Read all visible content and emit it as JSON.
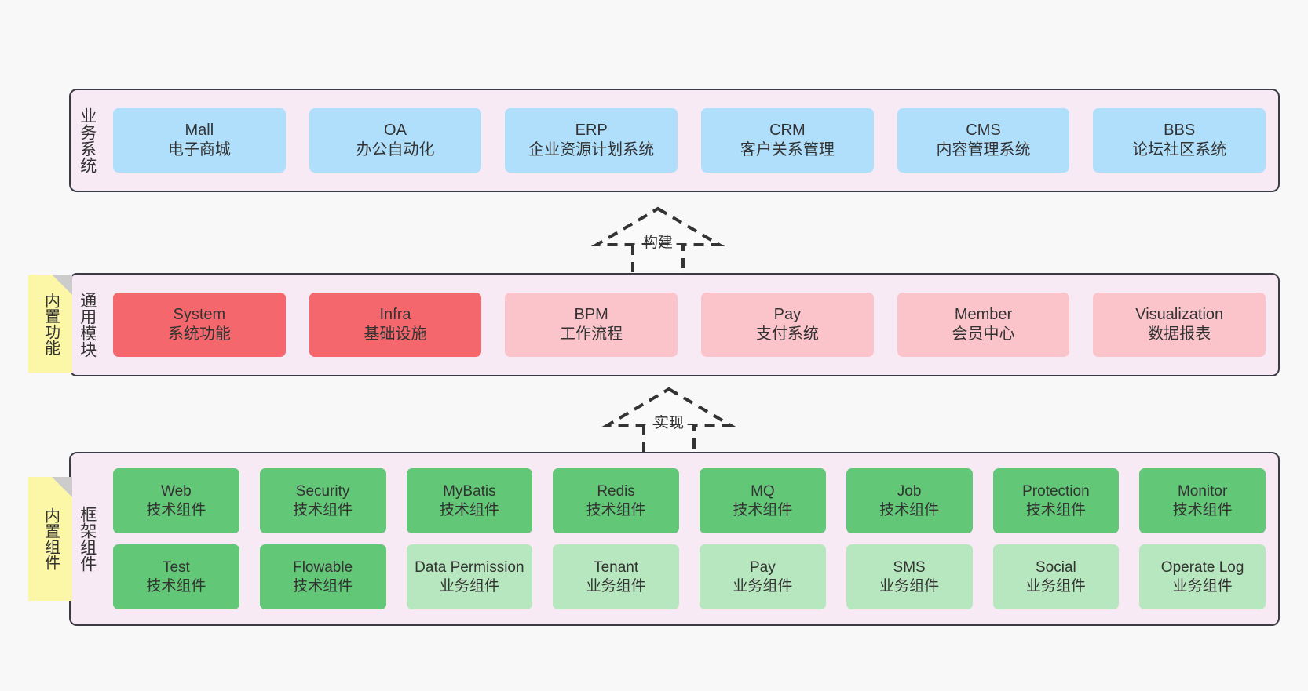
{
  "diagram": {
    "background_color": "#f8f8f8",
    "layer_bg_color": "#f8eaf5",
    "layer_border_color": "#3b3b46",
    "sticky_color": "#fbf7a6",
    "colors": {
      "blue": "#b0dffc",
      "red": "#f4676c",
      "pink": "#fbc4cb",
      "green": "#62c777",
      "light_green": "#b7e7be"
    }
  },
  "layers": [
    {
      "id": "business",
      "title": "业务系统",
      "rows": [
        {
          "cards": [
            {
              "en": "Mall",
              "cn": "电子商城",
              "color": "blue"
            },
            {
              "en": "OA",
              "cn": "办公自动化",
              "color": "blue"
            },
            {
              "en": "ERP",
              "cn": "企业资源计划系统",
              "color": "blue"
            },
            {
              "en": "CRM",
              "cn": "客户关系管理",
              "color": "blue"
            },
            {
              "en": "CMS",
              "cn": "内容管理系统",
              "color": "blue"
            },
            {
              "en": "BBS",
              "cn": "论坛社区系统",
              "color": "blue"
            }
          ]
        }
      ]
    },
    {
      "id": "module",
      "title": "通用模块",
      "sticky": "内置功能",
      "rows": [
        {
          "cards": [
            {
              "en": "System",
              "cn": "系统功能",
              "color": "red"
            },
            {
              "en": "Infra",
              "cn": "基础设施",
              "color": "red"
            },
            {
              "en": "BPM",
              "cn": "工作流程",
              "color": "pink"
            },
            {
              "en": "Pay",
              "cn": "支付系统",
              "color": "pink"
            },
            {
              "en": "Member",
              "cn": "会员中心",
              "color": "pink"
            },
            {
              "en": "Visualization",
              "cn": "数据报表",
              "color": "pink"
            }
          ]
        }
      ]
    },
    {
      "id": "framework",
      "title": "框架组件",
      "sticky": "内置组件",
      "rows": [
        {
          "cards": [
            {
              "en": "Web",
              "cn": "技术组件",
              "color": "green"
            },
            {
              "en": "Security",
              "cn": "技术组件",
              "color": "green"
            },
            {
              "en": "MyBatis",
              "cn": "技术组件",
              "color": "green"
            },
            {
              "en": "Redis",
              "cn": "技术组件",
              "color": "green"
            },
            {
              "en": "MQ",
              "cn": "技术组件",
              "color": "green"
            },
            {
              "en": "Job",
              "cn": "技术组件",
              "color": "green"
            },
            {
              "en": "Protection",
              "cn": "技术组件",
              "color": "green"
            },
            {
              "en": "Monitor",
              "cn": "技术组件",
              "color": "green"
            }
          ]
        },
        {
          "cards": [
            {
              "en": "Test",
              "cn": "技术组件",
              "color": "green"
            },
            {
              "en": "Flowable",
              "cn": "技术组件",
              "color": "green"
            },
            {
              "en": "Data Permission",
              "cn": "业务组件",
              "color": "light_green"
            },
            {
              "en": "Tenant",
              "cn": "业务组件",
              "color": "light_green"
            },
            {
              "en": "Pay",
              "cn": "业务组件",
              "color": "light_green"
            },
            {
              "en": "SMS",
              "cn": "业务组件",
              "color": "light_green"
            },
            {
              "en": "Social",
              "cn": "业务组件",
              "color": "light_green"
            },
            {
              "en": "Operate Log",
              "cn": "业务组件",
              "color": "light_green"
            }
          ]
        }
      ]
    }
  ],
  "connectors": [
    {
      "id": "build",
      "label": "构建",
      "style": "dashed-generalization",
      "direction": "up"
    },
    {
      "id": "impl",
      "label": "实现",
      "style": "dashed-generalization",
      "direction": "up"
    }
  ]
}
